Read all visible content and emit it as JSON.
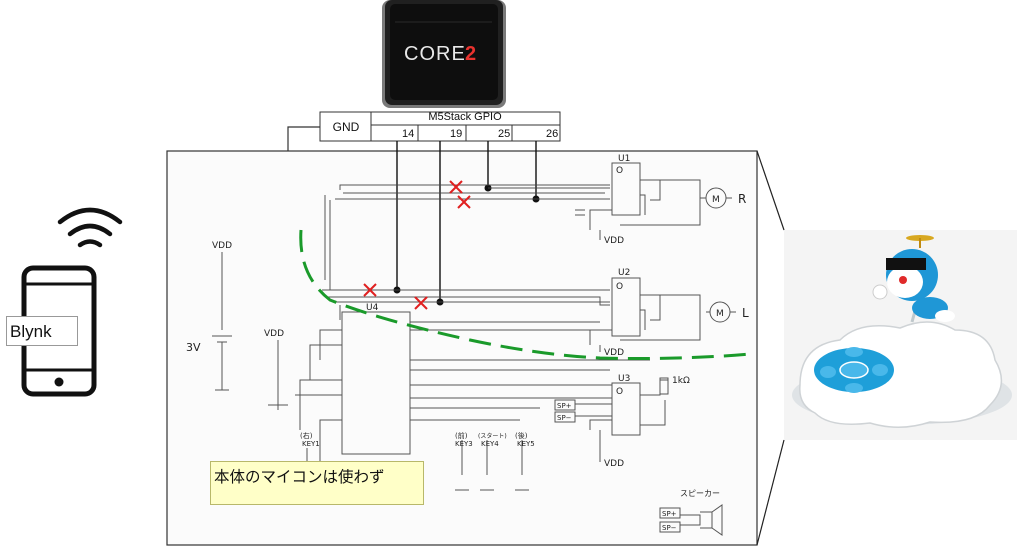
{
  "device": {
    "brand": "CORE",
    "model": "2"
  },
  "gpio_header": {
    "title": "M5Stack GPIO",
    "gnd_label": "GND",
    "pins": [
      "14",
      "19",
      "25",
      "26"
    ]
  },
  "phone": {
    "app_label": "Blynk"
  },
  "note": {
    "text": "本体のマイコンは使わず"
  },
  "schematic_labels": {
    "u1": "U1",
    "u2": "U2",
    "u3": "U3",
    "u4": "U4",
    "motor_right": "R",
    "motor_left": "L",
    "motor_symbol": "M",
    "vdd_left": "VDD",
    "vdd_mid": "VDD",
    "vdd_u1": "VDD",
    "vdd_u2": "VDD",
    "vdd_u3": "VDD",
    "battery": "3V",
    "resistor": "1kΩ",
    "speaker": "スピーカー",
    "sp_plus_u3": "SP+",
    "sp_minus_u3": "SP−",
    "sp_plus_spk": "SP+",
    "sp_minus_spk": "SP−",
    "key1": "KEY1",
    "key1_note": "(右)",
    "key3": "KEY3",
    "key3_note": "(前)",
    "key4": "KEY4",
    "key4_note": "(スタート)",
    "key5": "KEY5",
    "key5_note": "(後)",
    "u1_pin": "O",
    "u2_pin": "O",
    "u3_pin": "O"
  },
  "colors": {
    "separator_dash": "#1a9a2a",
    "cut_mark": "#e02020",
    "device_screen_red": "#e8322e",
    "note_bg": "#ffffc8"
  }
}
